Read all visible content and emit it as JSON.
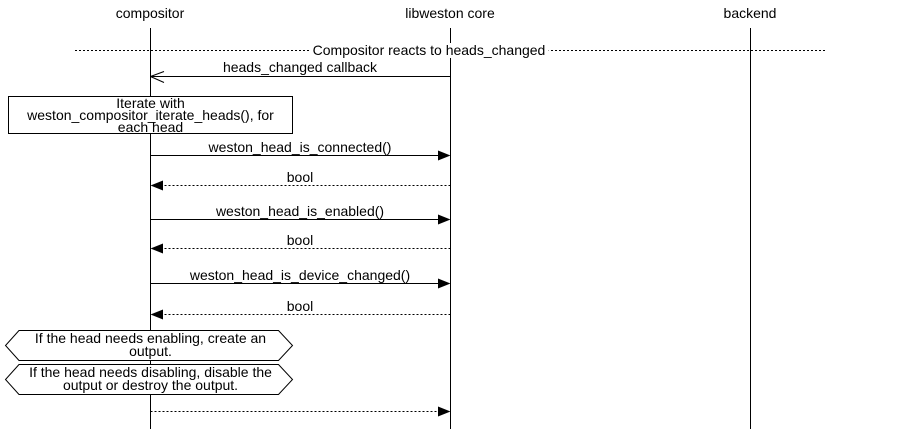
{
  "diagram": {
    "title_divider": "Compositor reacts to heads_changed",
    "participants": [
      {
        "name": "compositor"
      },
      {
        "name": "libweston core"
      },
      {
        "name": "backend"
      }
    ],
    "note": {
      "text": "Iterate with weston_compositor_iterate_heads(), for each head"
    },
    "messages": [
      {
        "label": "heads_changed callback",
        "from": "libweston core",
        "to": "compositor",
        "line": "solid",
        "arrowhead": "open"
      },
      {
        "label": "weston_head_is_connected()",
        "from": "compositor",
        "to": "libweston core",
        "line": "solid",
        "arrowhead": "filled"
      },
      {
        "label": "bool",
        "from": "libweston core",
        "to": "compositor",
        "line": "dotted",
        "arrowhead": "filled"
      },
      {
        "label": "weston_head_is_enabled()",
        "from": "compositor",
        "to": "libweston core",
        "line": "solid",
        "arrowhead": "filled"
      },
      {
        "label": "bool",
        "from": "libweston core",
        "to": "compositor",
        "line": "dotted",
        "arrowhead": "filled"
      },
      {
        "label": "weston_head_is_device_changed()",
        "from": "compositor",
        "to": "libweston core",
        "line": "solid",
        "arrowhead": "filled"
      },
      {
        "label": "bool",
        "from": "libweston core",
        "to": "compositor",
        "line": "dotted",
        "arrowhead": "filled"
      },
      {
        "label": "",
        "from": "compositor",
        "to": "libweston core",
        "line": "dotted",
        "arrowhead": "filled"
      }
    ],
    "condition_notes": [
      {
        "text": "If the head needs enabling, create an output."
      },
      {
        "text": "If the head needs disabling, disable the output or destroy the output."
      }
    ],
    "colors": {
      "line": "#000000",
      "background": "#ffffff",
      "text": "#000000"
    }
  }
}
